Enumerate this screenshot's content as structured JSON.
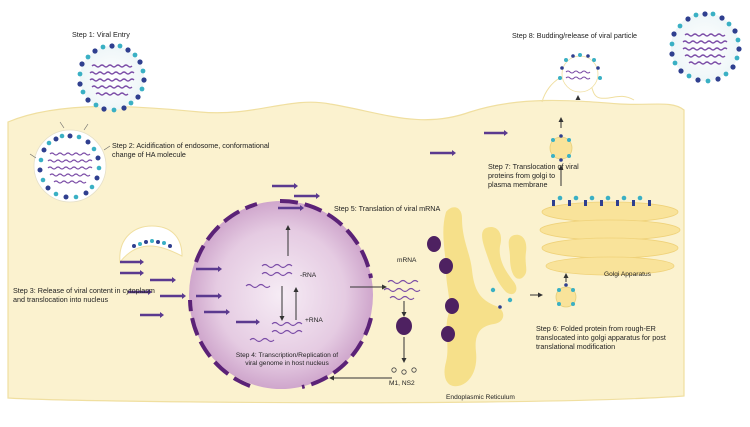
{
  "labels": {
    "step1": "Step 1: Viral Entry",
    "step2": "Step 2: Acidification of endosome, conformational change of HA molecule",
    "step3": "Step 3: Release of viral content in cytoplasm and translocation into nucleus",
    "step4": "Step 4: Transcription/Replication of viral genome in host nucleus",
    "step5": "Step 5: Translation of viral mRNA",
    "step6": "Step 6: Folded protein from rough-ER translocated into golgi apparatus for post translational modification",
    "step7": "Step 7: Translocation of viral proteins from golgi to plasma membrane",
    "step8": "Step 8: Budding/release of viral particle",
    "neg_rna": "-RNA",
    "pos_rna": "+RNA",
    "mrna": "mRNA",
    "m1_ns2": "M1, NS2",
    "er": "Endoplasmic Reticulum",
    "golgi": "Golgi Apparatus"
  },
  "colors": {
    "cell": "#fbf2cf",
    "cell_edge": "#f3e3a6",
    "nucleus": "#e9d3e6",
    "nucleus_edge": "#6a2b83",
    "er": "#f6e08a",
    "golgi": "#f9e39a",
    "ribosome": "#4e2161",
    "arrow": "#5b3a8f",
    "rna_purple": "#7a4ba6",
    "virion_blue": "#2f3f8f",
    "virion_teal": "#3ab0c4"
  }
}
